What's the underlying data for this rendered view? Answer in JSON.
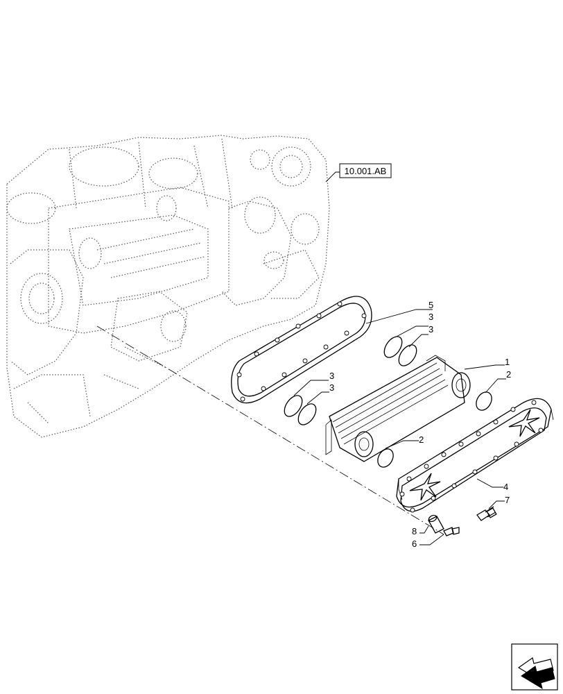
{
  "reference": {
    "label": "10.001.AB"
  },
  "callouts": [
    {
      "id": "c5",
      "text": "5"
    },
    {
      "id": "c3a",
      "text": "3"
    },
    {
      "id": "c3b",
      "text": "3"
    },
    {
      "id": "c1",
      "text": "1"
    },
    {
      "id": "c2a",
      "text": "2"
    },
    {
      "id": "c3c",
      "text": "3"
    },
    {
      "id": "c3d",
      "text": "3"
    },
    {
      "id": "c2b",
      "text": "2"
    },
    {
      "id": "c4",
      "text": "4"
    },
    {
      "id": "c7",
      "text": "7"
    },
    {
      "id": "c8",
      "text": "8"
    },
    {
      "id": "c6",
      "text": "6"
    }
  ],
  "nav_icon": "return-arrow-icon"
}
